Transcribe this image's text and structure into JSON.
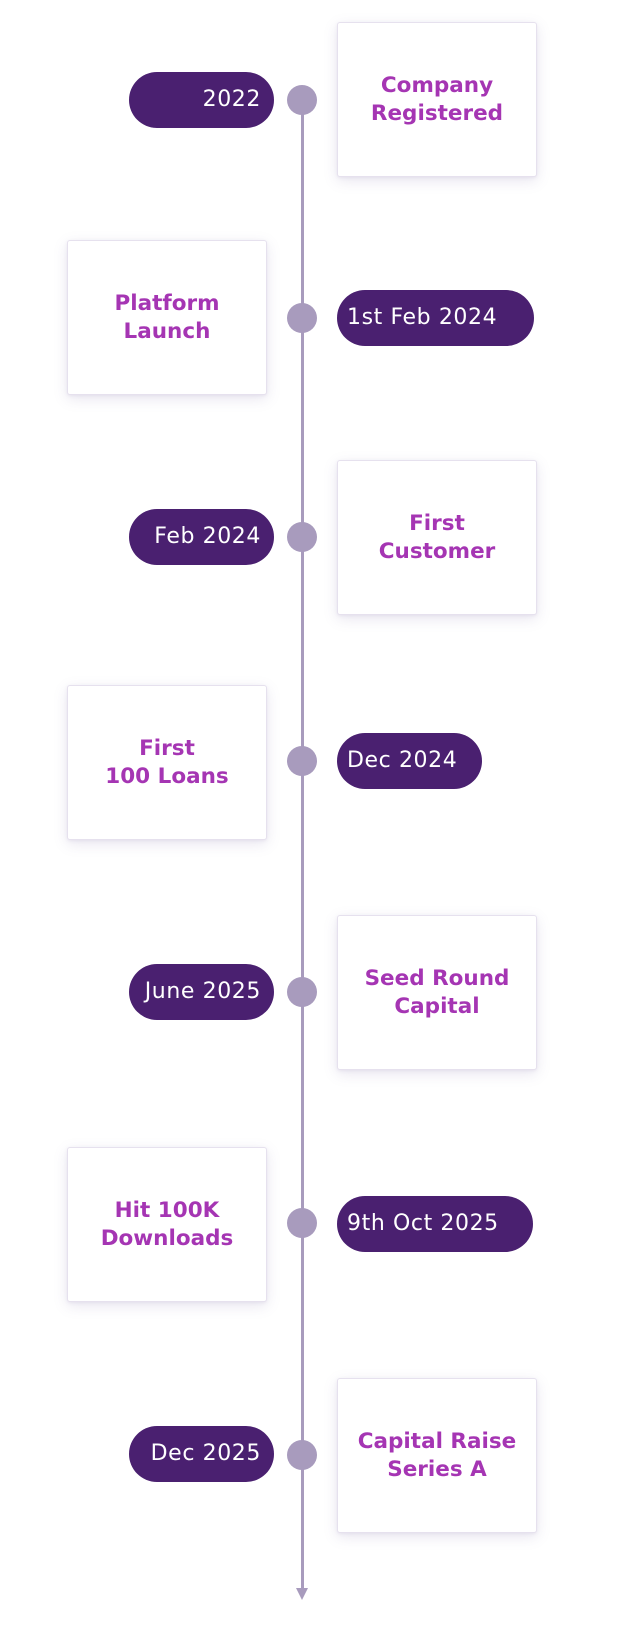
{
  "milestones": [
    {
      "date": "2022",
      "label": "Company\nRegistered"
    },
    {
      "date": "1st Feb 2024",
      "label": "Platform\nLaunch"
    },
    {
      "date": "Feb 2024",
      "label": "First\nCustomer"
    },
    {
      "date": "Dec 2024",
      "label": "First\n100 Loans"
    },
    {
      "date": "June 2025",
      "label": "Seed Round\nCapital"
    },
    {
      "date": "9th Oct 2025",
      "label": "Hit 100K\nDownloads"
    },
    {
      "date": "Dec 2025",
      "label": "Capital Raise\nSeries A"
    }
  ],
  "colors": {
    "pill_background": "#4a2070",
    "label_text": "#a535b3",
    "axis": "#a89bbd"
  }
}
